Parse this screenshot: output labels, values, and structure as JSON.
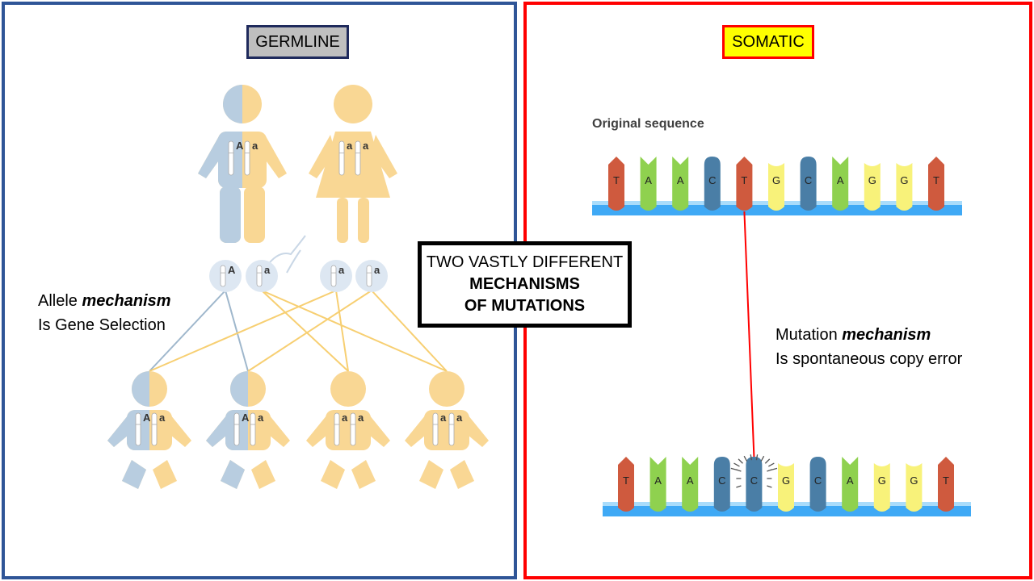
{
  "germline": {
    "title": "GERMLINE",
    "caption_prefix": "Allele ",
    "caption_emphasis": "mechanism",
    "caption_line2": "Is Gene Selection",
    "parent1_alleles": [
      "A",
      "a"
    ],
    "parent2_alleles": [
      "a",
      "a"
    ],
    "gametes": [
      "A",
      "a",
      "a",
      "a"
    ],
    "children": [
      {
        "alleles": [
          "A",
          "a"
        ],
        "carrier": true
      },
      {
        "alleles": [
          "A",
          "a"
        ],
        "carrier": true
      },
      {
        "alleles": [
          "a",
          "a"
        ],
        "carrier": false
      },
      {
        "alleles": [
          "a",
          "a"
        ],
        "carrier": false
      }
    ],
    "colors": {
      "carrier": "#b8cde0",
      "normal": "#f9d794",
      "line_blue": "#9fb7cc",
      "line_yellow": "#f7cf72"
    }
  },
  "center": {
    "line1": "TWO VASTLY DIFFERENT",
    "line2": "MECHANISMS",
    "line3": "OF MUTATIONS"
  },
  "somatic": {
    "title": "SOMATIC",
    "original_label": "Original sequence",
    "original_sequence": [
      "T",
      "A",
      "A",
      "C",
      "T",
      "G",
      "C",
      "A",
      "G",
      "G",
      "T"
    ],
    "mutated_sequence": [
      "T",
      "A",
      "A",
      "C",
      "C",
      "G",
      "C",
      "A",
      "G",
      "G",
      "T"
    ],
    "mutation_index": 4,
    "caption_prefix": "Mutation ",
    "caption_emphasis": "mechanism",
    "caption_line2": "Is spontaneous copy error",
    "base_colors": {
      "T": "#cf5a3e",
      "A": "#8fd14f",
      "C": "#4a7ea6",
      "G": "#f8f27a"
    },
    "backbone_color": "#3fa9f5",
    "arrow_color": "#ff0000"
  }
}
